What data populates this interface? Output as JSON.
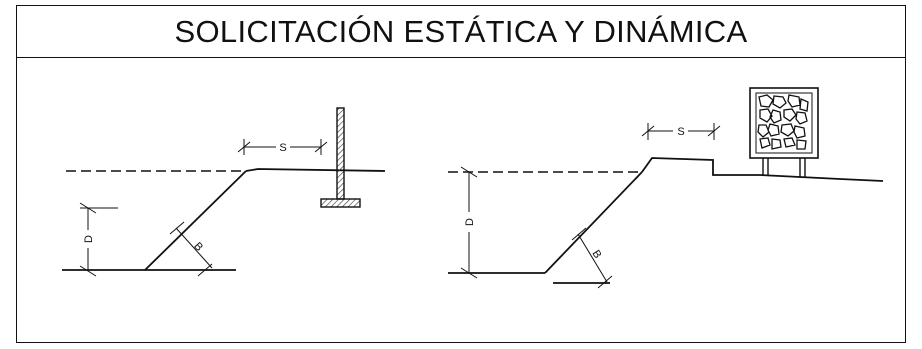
{
  "title": "SOLICITACIÓN ESTÁTICA Y DINÁMICA",
  "left_diagram": {
    "setback_label": "S",
    "depth_label": "D",
    "base_label": "B"
  },
  "right_diagram": {
    "setback_label": "S",
    "depth_label": "D",
    "base_label": "B"
  },
  "colors": {
    "line": "#111111",
    "hatch": "#555555"
  }
}
